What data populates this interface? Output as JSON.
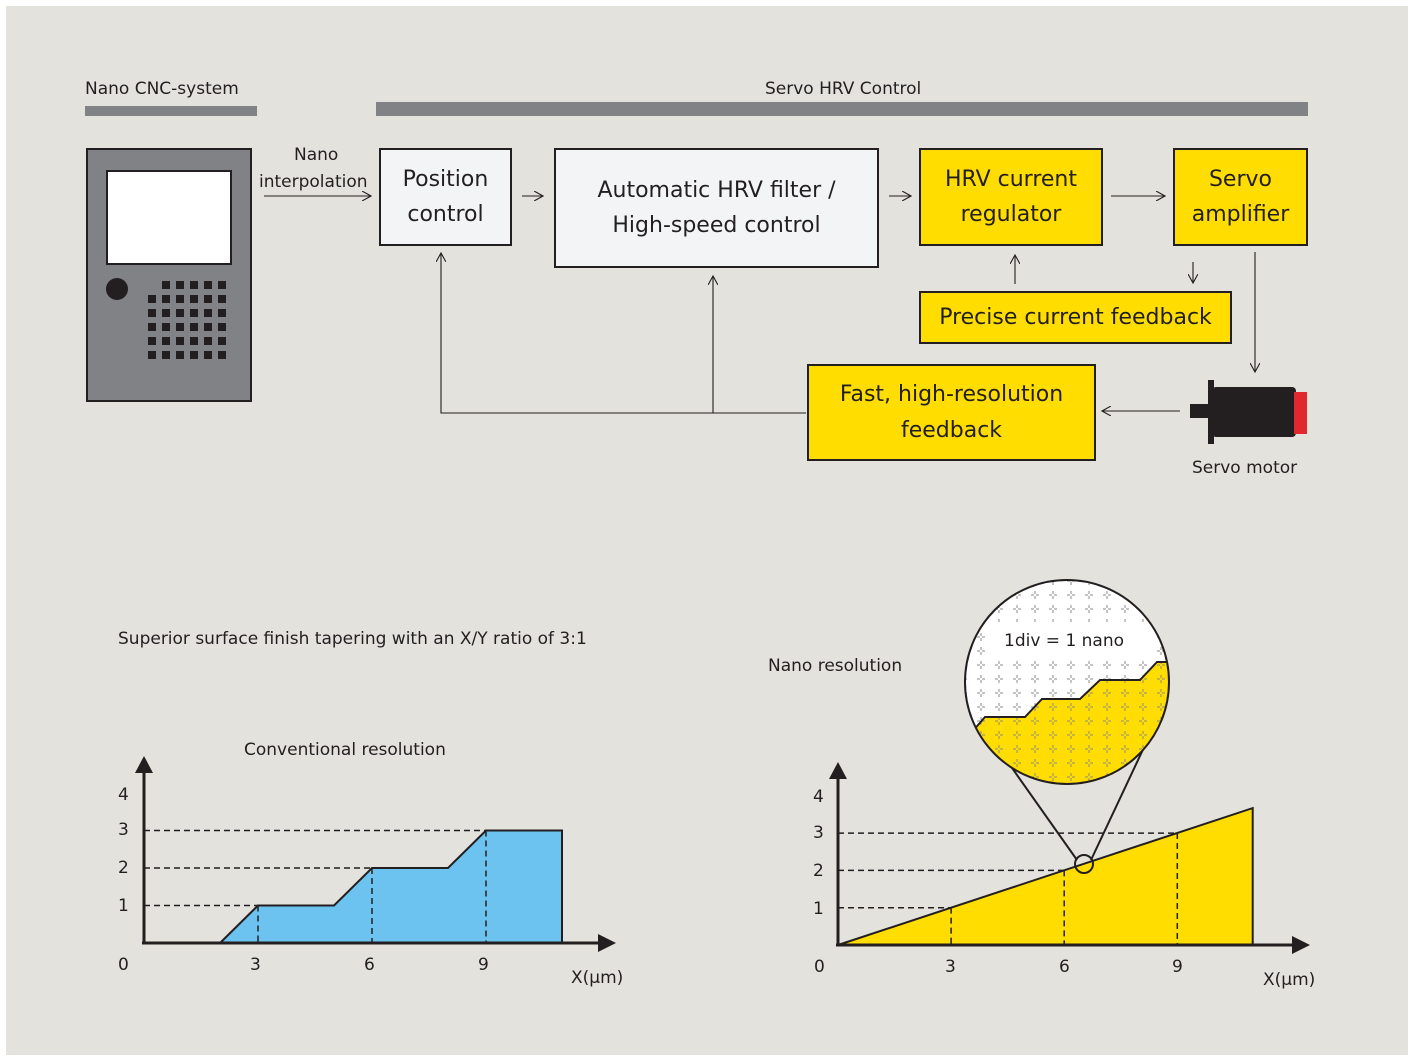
{
  "headers": {
    "cnc_system": "Nano CNC-system",
    "servo_control": "Servo HRV Control"
  },
  "labels": {
    "nano_interpolation_line1": "Nano",
    "nano_interpolation_line2": "interpolation",
    "servo_motor": "Servo motor",
    "surface_finish_caption": "Superior surface finish tapering with an X/Y ratio of 3:1",
    "nano_resolution": "Nano resolution",
    "magnifier_legend": "1div = 1 nano"
  },
  "blocks": {
    "position_control": {
      "line1": "Position",
      "line2": "control"
    },
    "hrv_filter": {
      "line1": "Automatic HRV filter /",
      "line2": "High-speed control"
    },
    "hrv_current_regulator": {
      "line1": "HRV current",
      "line2": "regulator"
    },
    "servo_amplifier": {
      "line1": "Servo",
      "line2": "amplifier"
    },
    "precise_current_feedback": {
      "line1": "Precise current feedback"
    },
    "fast_feedback": {
      "line1": "Fast, high-resolution",
      "line2": "feedback"
    }
  },
  "colors": {
    "background": "#e3e2dd",
    "highlight_yellow": "#ffdd00",
    "conventional_blue": "#6cc3f0",
    "header_bar_gray": "#808285",
    "motor_red": "#e0282e"
  },
  "chart_data": [
    {
      "type": "area",
      "title": "Conventional resolution",
      "xlabel": "X(μm)",
      "origin_label": "0",
      "x_ticks": [
        "3",
        "6",
        "9"
      ],
      "y_ticks": [
        "1",
        "2",
        "3",
        "4"
      ],
      "x": [
        2,
        3,
        5,
        6,
        8,
        9,
        11,
        11
      ],
      "y": [
        0,
        1,
        1,
        2,
        2,
        3,
        3,
        0
      ],
      "guide_levels": [
        1,
        2,
        3
      ],
      "fill_color": "#6cc3f0"
    },
    {
      "type": "area",
      "title": "",
      "xlabel": "X(μm)",
      "origin_label": "0",
      "x_ticks": [
        "3",
        "6",
        "9"
      ],
      "y_ticks": [
        "1",
        "2",
        "3",
        "4"
      ],
      "x": [
        0,
        11,
        11
      ],
      "y": [
        0,
        3.67,
        0
      ],
      "guide_levels": [
        1,
        2,
        3
      ],
      "fill_color": "#ffdd00"
    }
  ]
}
